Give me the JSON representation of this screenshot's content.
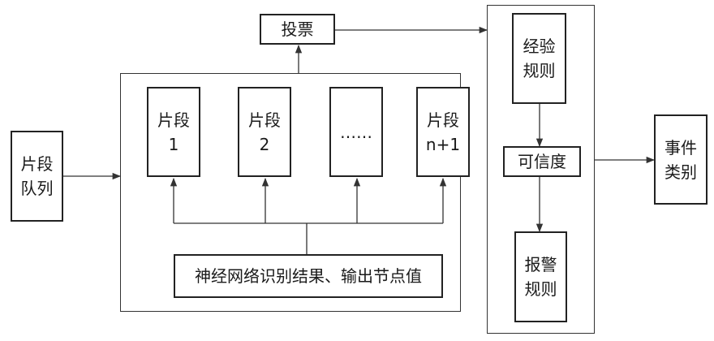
{
  "diagram": {
    "nodes": {
      "queue": "片段\n队列",
      "vote": "投票",
      "seg1": "片段\n1",
      "seg2": "片段\n2",
      "ellipsis": "……",
      "segn": "片段\nn+1",
      "nn_output": "神经网络识别结果、输出节点值",
      "experience_rules": "经验\n规则",
      "credibility": "可信度",
      "alarm_rules": "报警\n规则",
      "event_type": "事件\n类别"
    },
    "edges": [
      [
        "queue",
        "segments-group"
      ],
      [
        "segments-group",
        "vote"
      ],
      [
        "vote",
        "rules-group"
      ],
      [
        "experience_rules",
        "credibility"
      ],
      [
        "credibility",
        "alarm_rules"
      ],
      [
        "rules-group",
        "event_type"
      ],
      [
        "nn_output",
        "seg1"
      ],
      [
        "nn_output",
        "seg2"
      ],
      [
        "nn_output",
        "ellipsis"
      ],
      [
        "nn_output",
        "segn"
      ]
    ]
  }
}
